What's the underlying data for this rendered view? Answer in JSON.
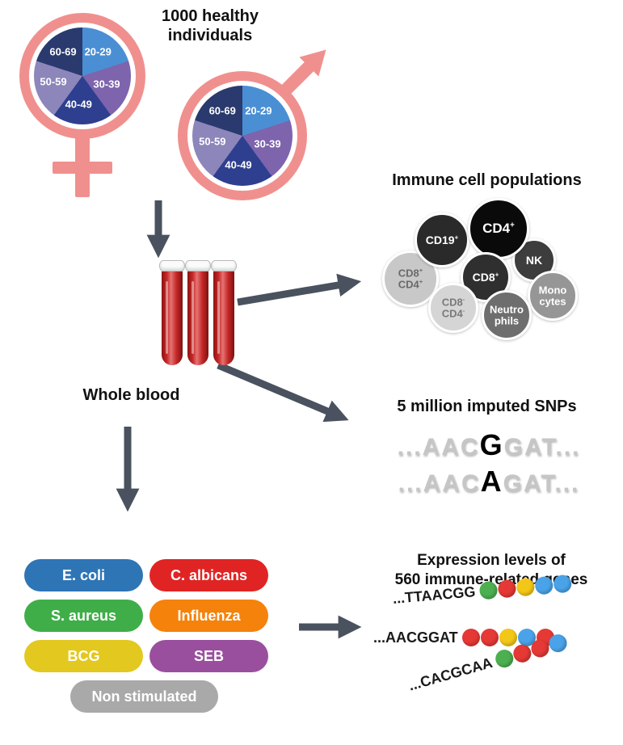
{
  "title": "1000 healthy individuals",
  "demographics": {
    "symbol_color": "#f0908e",
    "slices": [
      {
        "label": "20-29",
        "color": "#4a8fd4"
      },
      {
        "label": "30-39",
        "color": "#7d64ad"
      },
      {
        "label": "40-49",
        "color": "#2e3f8f"
      },
      {
        "label": "50-59",
        "color": "#8d86bb"
      },
      {
        "label": "60-69",
        "color": "#2a3a6e"
      }
    ]
  },
  "whole_blood": {
    "label": "Whole blood"
  },
  "immune_cells": {
    "heading": "Immune cell populations",
    "cells": [
      {
        "id": "cd19",
        "color": "#2a2a2a",
        "text_color": "#ffffff",
        "lines": [
          [
            "CD19",
            "+"
          ]
        ]
      },
      {
        "id": "cd4",
        "color": "#0a0a0a",
        "text_color": "#ffffff",
        "lines": [
          [
            "CD4",
            "+"
          ]
        ]
      },
      {
        "id": "nk",
        "color": "#3d3d3d",
        "text_color": "#ffffff",
        "lines": [
          [
            "NK",
            ""
          ]
        ]
      },
      {
        "id": "cd8",
        "color": "#2f2f2f",
        "text_color": "#ffffff",
        "lines": [
          [
            "CD8",
            "+"
          ]
        ]
      },
      {
        "id": "cd8pos-cd4pos",
        "color": "#c8c8c8",
        "text_color": "#6a6a6a",
        "lines": [
          [
            "CD8",
            "+"
          ],
          [
            "CD4",
            "+"
          ]
        ]
      },
      {
        "id": "monocytes",
        "color": "#969696",
        "text_color": "#ffffff",
        "lines": [
          [
            "Mono",
            ""
          ],
          [
            "cytes",
            ""
          ]
        ]
      },
      {
        "id": "cd8neg-cd4neg",
        "color": "#d5d5d5",
        "text_color": "#7a7a7a",
        "lines": [
          [
            "CD8",
            "-"
          ],
          [
            "CD4",
            "-"
          ]
        ]
      },
      {
        "id": "neutrophils",
        "color": "#6e6e6e",
        "text_color": "#ffffff",
        "lines": [
          [
            "Neutro",
            ""
          ],
          [
            "phils",
            ""
          ]
        ]
      }
    ]
  },
  "snps": {
    "heading": "5 million imputed SNPs",
    "sequences": [
      {
        "pre": "...AAC",
        "snp": "G",
        "post": "GAT..."
      },
      {
        "pre": "...AAC",
        "snp": "A",
        "post": "GAT..."
      }
    ]
  },
  "stimuli": {
    "items": [
      {
        "label": "E. coli",
        "color": "#2e75b6"
      },
      {
        "label": "C. albicans",
        "color": "#e02424"
      },
      {
        "label": "S. aureus",
        "color": "#3fae49"
      },
      {
        "label": "Influenza",
        "color": "#f5820b"
      },
      {
        "label": "BCG",
        "color": "#e3c81f"
      },
      {
        "label": "SEB",
        "color": "#9a4f9e"
      },
      {
        "label": "Non stimulated",
        "color": "#a9a9a9"
      }
    ]
  },
  "expression": {
    "heading_lines": [
      "Expression levels of",
      "560 immune-related genes"
    ],
    "rows": [
      {
        "sequence": "...TTAACGG",
        "beads": [
          "#4caf50",
          "#e53935",
          "#f3c718",
          "#4aa3e8",
          "#4aa3e8"
        ]
      },
      {
        "sequence": "...AACGGAT",
        "beads": [
          "#e53935",
          "#e53935",
          "#f3c718",
          "#4aa3e8",
          "#e53935"
        ]
      },
      {
        "sequence": "...CACGCAA",
        "beads": [
          "#4caf50",
          "#e53935",
          "#e53935",
          "#4aa3e8"
        ]
      }
    ]
  },
  "arrow_color": "#49525e"
}
